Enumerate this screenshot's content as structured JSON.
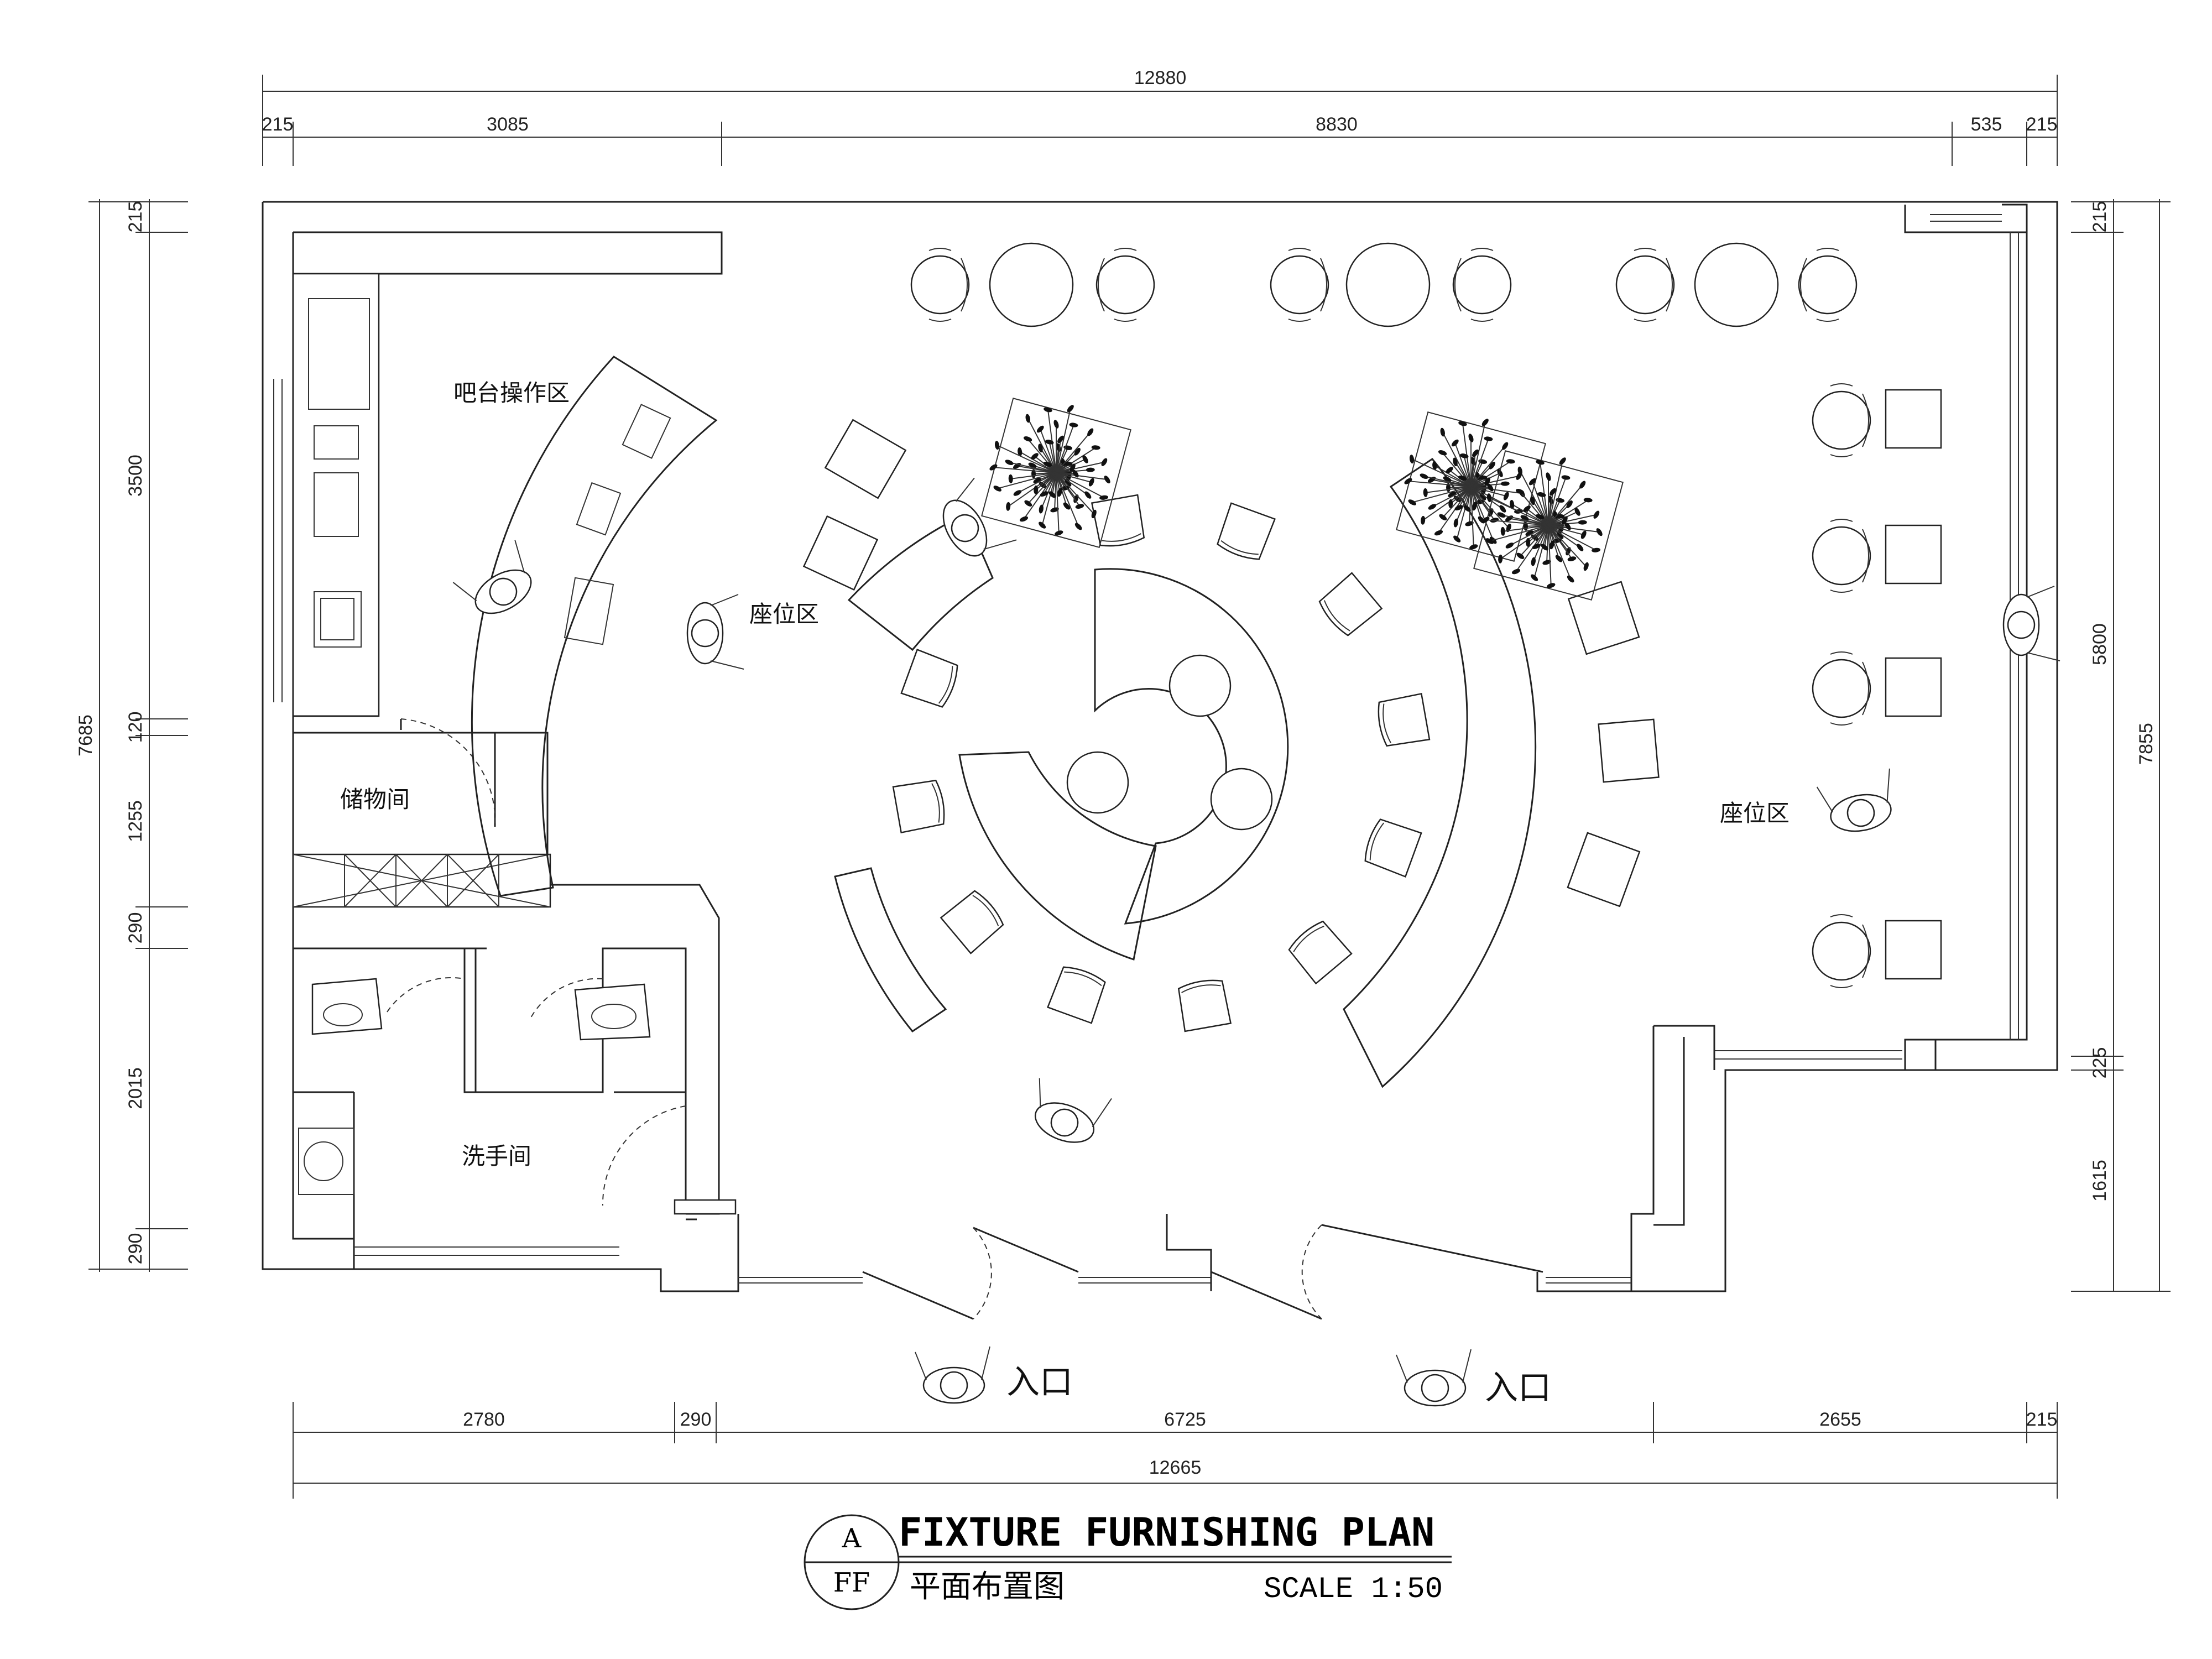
{
  "plan": {
    "title": "FIXTURE FURNISHING PLAN",
    "subtitle": "平面布置图",
    "scale": "SCALE 1:50",
    "bubble": {
      "top": "A",
      "bottom": "FF"
    }
  },
  "dimensions": {
    "top_total": "12880",
    "top_segments": [
      "215",
      "3085",
      "8830",
      "535",
      "215"
    ],
    "bottom_total": "12665",
    "bottom_segments": [
      "2780",
      "290",
      "6725",
      "2655",
      "215"
    ],
    "left_total": "7685",
    "left_segments": [
      "215",
      "3500",
      "120",
      "1255",
      "290",
      "2015",
      "290"
    ],
    "right_total": "7855",
    "right_segments": [
      "215",
      "5800",
      "225",
      "1615"
    ]
  },
  "rooms": {
    "bar": "吧台操作区",
    "seating_left": "座位区",
    "seating_right": "座位区",
    "storage": "储物间",
    "restroom": "洗手间",
    "entrance_1": "入口",
    "entrance_2": "入口"
  }
}
